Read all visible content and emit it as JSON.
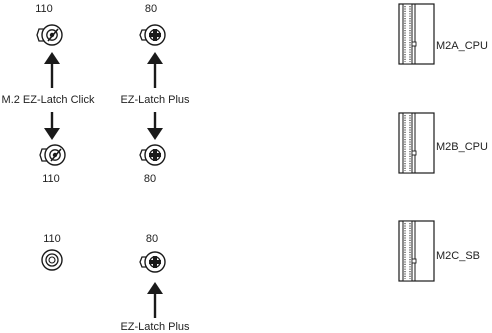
{
  "colors": {
    "line": "#1a1a1a",
    "background": "#ffffff"
  },
  "latches": [
    {
      "type": "EZ-Latch Click",
      "label": "110",
      "icon": "ez-latch-click-icon"
    },
    {
      "type": "EZ-Latch Plus",
      "label": "80",
      "icon": "ez-latch-plus-icon"
    },
    {
      "type": "EZ-Latch Click",
      "label": "110",
      "icon": "ez-latch-click-icon"
    },
    {
      "type": "EZ-Latch Plus",
      "label": "80",
      "icon": "ez-latch-plus-icon"
    },
    {
      "type": "standoff",
      "label": "110",
      "icon": "standoff-icon"
    },
    {
      "type": "EZ-Latch Plus",
      "label": "80",
      "icon": "ez-latch-plus-icon"
    }
  ],
  "captions": {
    "left_mid": "M.2 EZ-Latch Click",
    "right_mid": "EZ-Latch Plus",
    "bottom": "EZ-Latch Plus"
  },
  "slots": [
    {
      "label": "M2A_CPU",
      "icon": "m2-slot-icon"
    },
    {
      "label": "M2B_CPU",
      "icon": "m2-slot-icon"
    },
    {
      "label": "M2C_SB",
      "icon": "m2-slot-icon"
    }
  ]
}
